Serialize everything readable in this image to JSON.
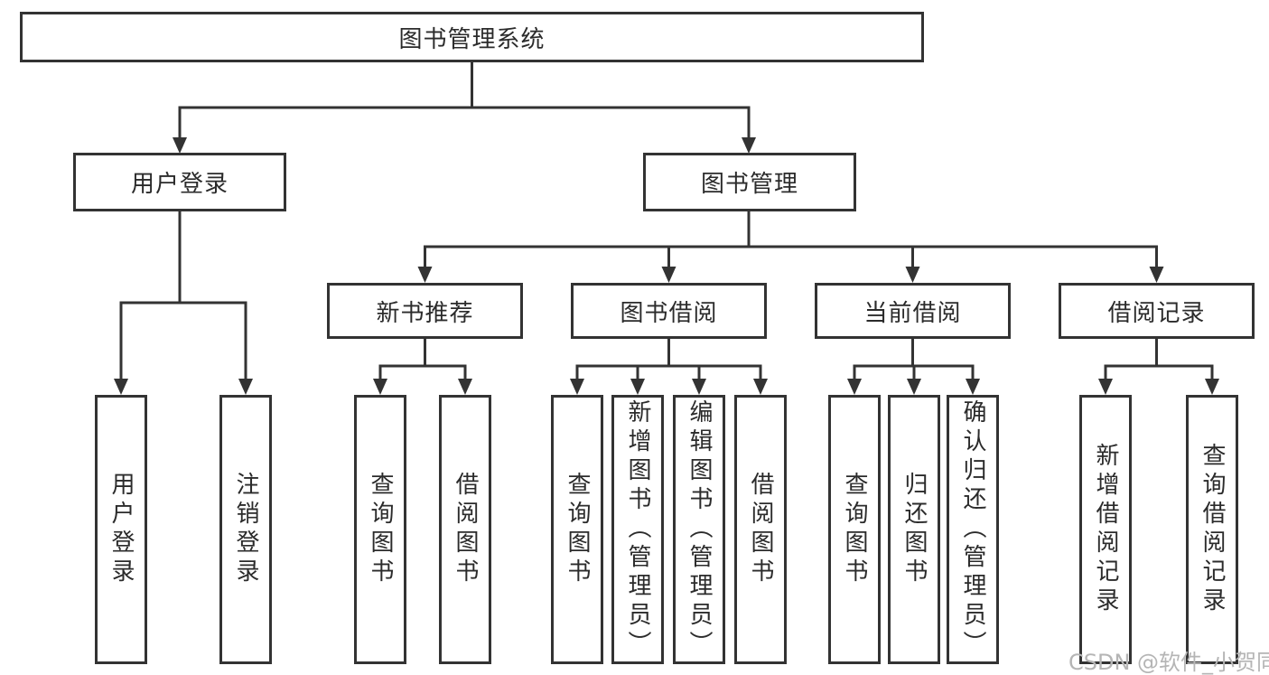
{
  "diagram": {
    "root": {
      "label": "图书管理系统"
    },
    "level2": {
      "user_login": {
        "label": "用户登录"
      },
      "book_mgmt": {
        "label": "图书管理"
      }
    },
    "level3": {
      "new_books": {
        "label": "新书推荐"
      },
      "book_borrow": {
        "label": "图书借阅"
      },
      "current_borrow": {
        "label": "当前借阅"
      },
      "borrow_records": {
        "label": "借阅记录"
      }
    },
    "leaves": {
      "login": {
        "label": "用户登录"
      },
      "logout": {
        "label": "注销登录"
      },
      "nb_query": {
        "label": "查询图书"
      },
      "nb_borrow": {
        "label": "借阅图书"
      },
      "bb_query": {
        "label": "查询图书"
      },
      "bb_add": {
        "label": "新增图书（管理员）"
      },
      "bb_edit": {
        "label": "编辑图书（管理员）"
      },
      "bb_borrow": {
        "label": "借阅图书"
      },
      "cb_query": {
        "label": "查询图书"
      },
      "cb_return": {
        "label": "归还图书"
      },
      "cb_confirm": {
        "label": "确认归还（管理员）"
      },
      "br_add": {
        "label": "新增借阅记录"
      },
      "br_query": {
        "label": "查询借阅记录"
      }
    }
  },
  "watermark": "CSDN @软件_小贺同学",
  "colors": {
    "line": "#333333",
    "text": "#2b2b2b",
    "watermark": "#b5b5b5",
    "background": "#ffffff"
  }
}
